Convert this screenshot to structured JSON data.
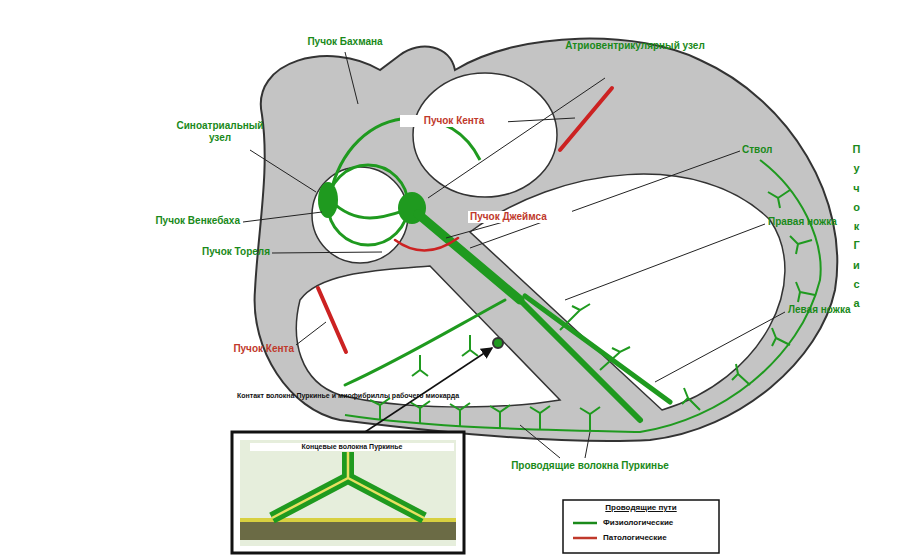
{
  "diagram": {
    "labels": [
      "Пучок Бахмана",
      "Атриовентрикулярный узел",
      "Синоатриальный узел",
      "Пучок Кента",
      "Ствол",
      "Пучок Гиса",
      "Пучок Венкебаха",
      "Пучок Джеймса",
      "Правая ножка",
      "Пучок Тореля",
      "Левая ножка",
      "Пучок Кента",
      "Контакт волокна Пуркинье и миофибриллы рабочего миокарда",
      "Концевые волокна Пуркинье",
      "Проводящие волокна Пуркинье",
      "Проводящие пути"
    ],
    "legend": [
      {
        "text": "Физиологические"
      },
      {
        "text": "Патологические"
      }
    ]
  }
}
